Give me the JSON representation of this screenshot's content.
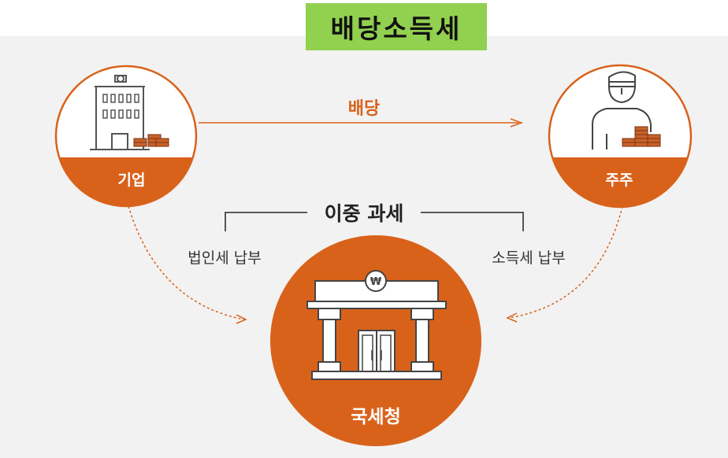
{
  "title": "배당소득세",
  "labels": {
    "dividend": "배당",
    "double_taxation": "이중 과세",
    "corporate_tax": "법인세 납부",
    "income_tax": "소득세 납부"
  },
  "nodes": {
    "company": "기업",
    "shareholder": "주주",
    "nts": "국세청"
  },
  "colors": {
    "accent": "#d9621b",
    "title_bg": "#92d050",
    "panel_bg": "#f2f2f2"
  }
}
